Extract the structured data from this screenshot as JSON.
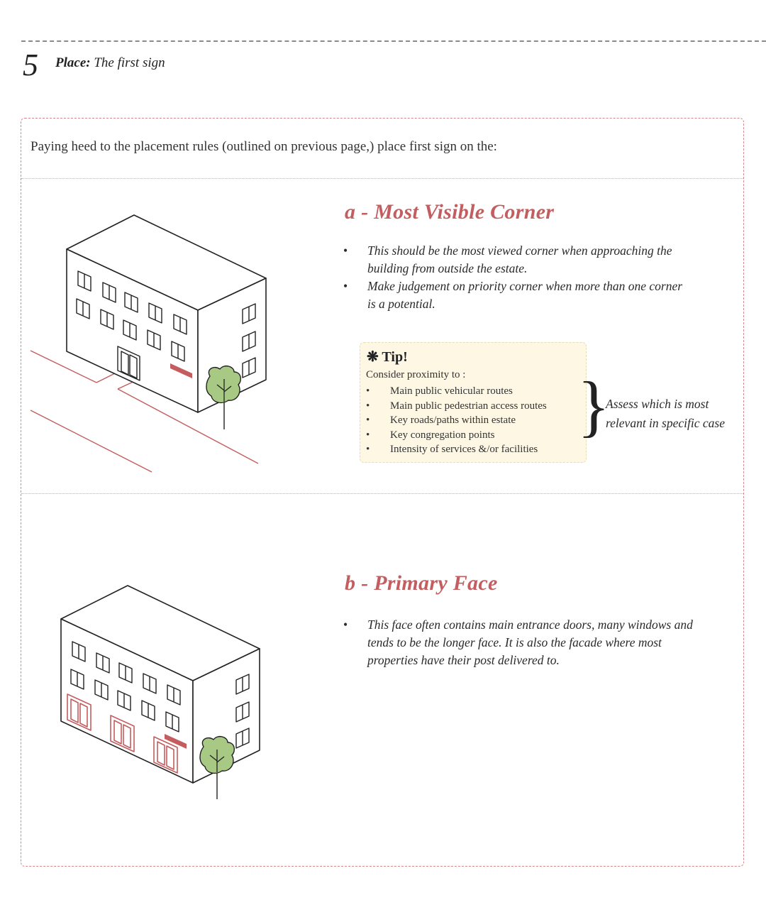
{
  "header": {
    "step_number": "5",
    "title_strong": "Place:",
    "title_light": "The first sign"
  },
  "intro": "Paying heed to the placement rules (outlined on previous page,) place first sign on the:",
  "section_a": {
    "title": "a - Most Visible Corner",
    "bullets": [
      "This should be the most viewed corner when approaching the building from outside the estate.",
      "Make judgement on priority corner when more than one corner is a potential."
    ],
    "tip": {
      "icon": "asterisk-icon",
      "label": "Tip!",
      "intro": "Consider proximity to :",
      "items": [
        "Main public vehicular routes",
        "Main public pedestrian access routes",
        "Key roads/paths within estate",
        "Key congregation points",
        "Intensity of services &/or facilities"
      ],
      "note": "Assess which is most relevant in specific case"
    }
  },
  "section_b": {
    "title": "b - Primary Face",
    "bullets": [
      "This face often contains main entrance doors, many windows and tends to be the longer face. It is also the facade where most properties have their post delivered to."
    ]
  },
  "colors": {
    "accent": "#c35d5f",
    "tip_background": "#fdf7e4",
    "tree_green": "#a7c983"
  }
}
